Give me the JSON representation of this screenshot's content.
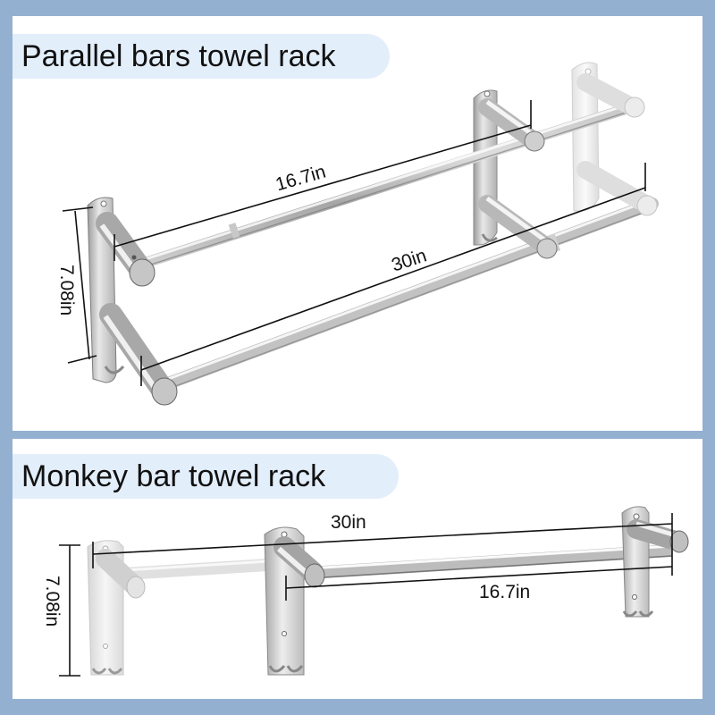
{
  "colors": {
    "frame_background": "#94b0d0",
    "panel_background": "#ffffff",
    "title_pill_background": "#e3eefb",
    "dimension_line": "#111111",
    "chrome_light": "#f2f2f2",
    "chrome_mid": "#b8b8b8",
    "chrome_dark": "#6e6e6e"
  },
  "panels": [
    {
      "title": "Parallel bars towel rack",
      "dimensions": {
        "height": "7.08in",
        "short_bar": "16.7in",
        "long_bar": "30in"
      }
    },
    {
      "title": "Monkey bar towel rack",
      "dimensions": {
        "height": "7.08in",
        "long_span": "30in",
        "short_span": "16.7in"
      }
    }
  ]
}
